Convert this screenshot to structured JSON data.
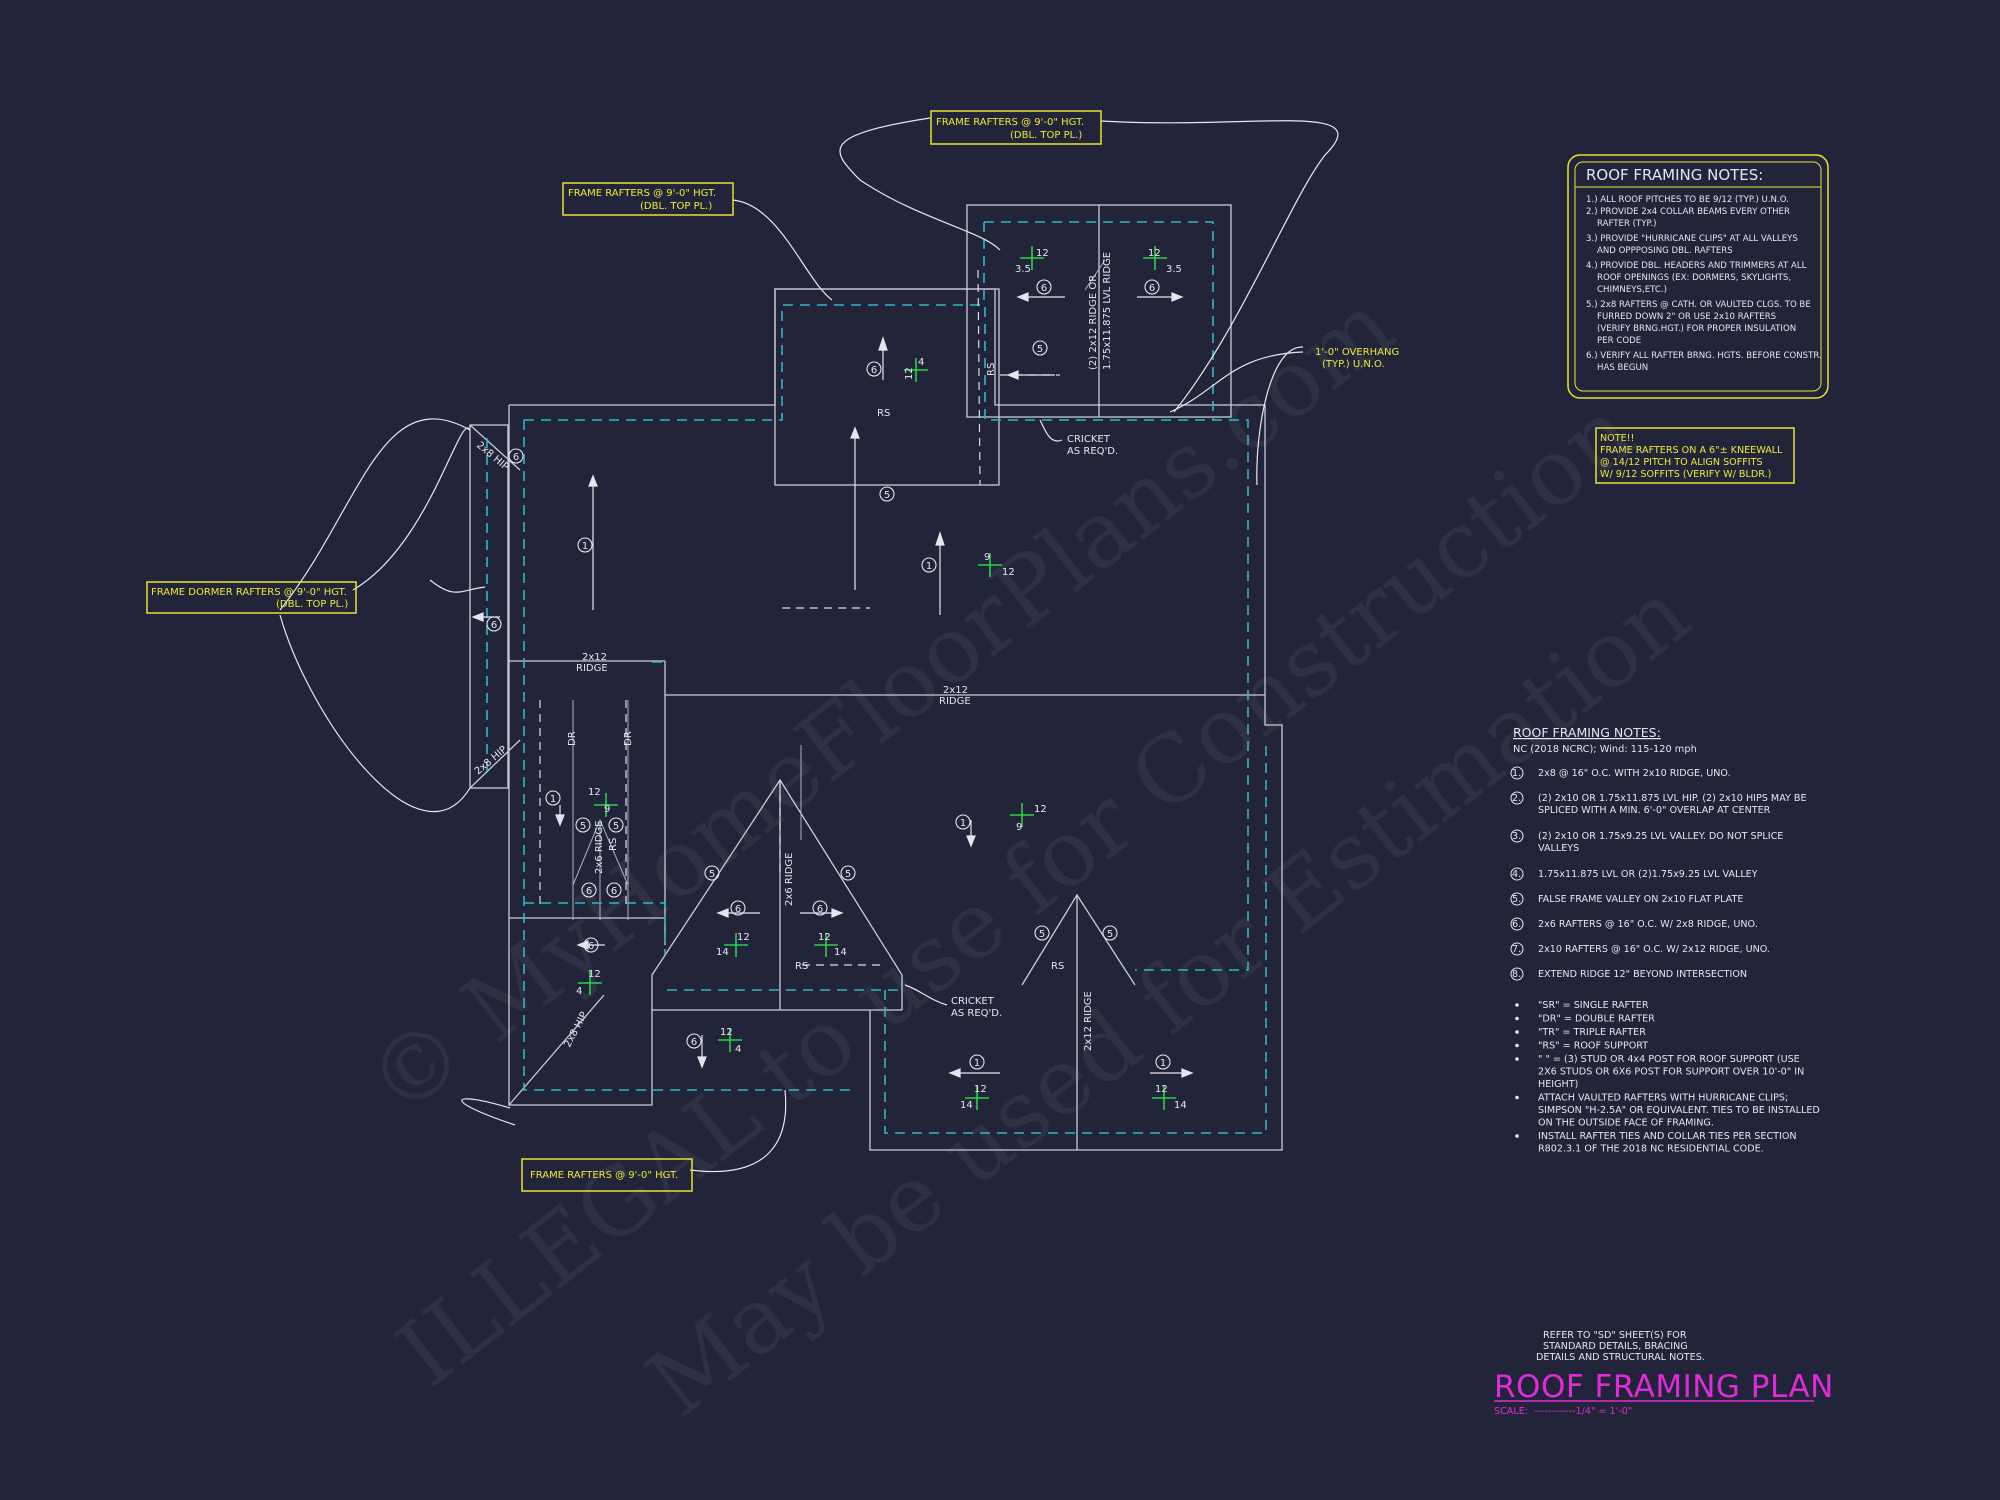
{
  "watermark": {
    "line1": "© MyHomeFloorPlans.com",
    "line2": "ILLEGAL to use for Construction",
    "line3": "May be used for Estimation"
  },
  "callouts": {
    "top_center": [
      "FRAME RAFTERS @ 9'-0\" HGT.",
      "(DBL. TOP PL.)"
    ],
    "top_left": [
      "FRAME RAFTERS @ 9'-0\" HGT.",
      "(DBL. TOP PL.)"
    ],
    "dormer": [
      "FRAME DORMER RAFTERS @ 9'-0\" HGT.",
      "(DBL. TOP PL.)"
    ],
    "bottom": "FRAME RAFTERS @ 9'-0\" HGT.",
    "overhang": [
      "1'-0\" OVERHANG",
      "(TYP.) U.N.O."
    ],
    "cricket_top": [
      "CRICKET",
      "AS REQ'D."
    ],
    "cricket_bottom": [
      "CRICKET",
      "AS REQ'D."
    ]
  },
  "plan_labels": {
    "ridge_top_vertical": "(2) 2x12 RIDGE OR",
    "ridge_top_vertical_2": "1.75x11.875 LVL RIDGE",
    "ridge_main": [
      "2x12",
      "RIDGE"
    ],
    "ridge_left": [
      "2x12",
      "RIDGE"
    ],
    "ridge_2x6": "2x6 RIDGE",
    "ridge_2x12_vertical": "2x12 RIDGE",
    "ridge_small": "2x6 RIDGE",
    "hip_2x8": "2x8 HIP",
    "rs": "RS",
    "dr": "DR",
    "pitch_12": "12",
    "pitch_35": "3.5",
    "pitch_14": "14",
    "pitch_4": "4",
    "pitch_9": "9",
    "b1": "1",
    "b5": "5",
    "b6": "6"
  },
  "notes_box": {
    "title": "ROOF FRAMING NOTES:",
    "lines": [
      "1.) ALL ROOF PITCHES TO BE 9/12 (TYP.) U.N.O.",
      "2.) PROVIDE 2x4 COLLAR BEAMS EVERY OTHER",
      "RAFTER (TYP.)",
      "3.) PROVIDE \"HURRICANE CLIPS\" AT ALL VALLEYS",
      "AND OPPPOSING DBL. RAFTERS",
      "4.) PROVIDE DBL. HEADERS AND TRIMMERS AT ALL",
      "ROOF OPENINGS (EX: DORMERS, SKYLIGHTS,",
      "CHIMNEYS,ETC.)",
      "5.) 2x8 RAFTERS @ CATH. OR VAULTED CLGS. TO BE",
      "FURRED DOWN 2\" OR USE 2x10 RAFTERS",
      "(VERIFY BRNG.HGT.) FOR PROPER INSULATION",
      "PER CODE",
      "6.) VERIFY ALL RAFTER BRNG. HGTS. BEFORE CONSTR.",
      "HAS BEGUN"
    ]
  },
  "note_kneewall": [
    "NOTE!!",
    "FRAME RAFTERS ON A 6\"± KNEEWALL",
    "@ 14/12 PITCH TO ALIGN SOFFITS",
    "W/ 9/12 SOFFITS (VERIFY W/ BLDR.)"
  ],
  "legend": {
    "title": "ROOF FRAMING NOTES:",
    "subtitle": "NC (2018 NCRC); Wind: 115-120 mph",
    "items": [
      {
        "num": "1.",
        "lines": [
          "2x8 @ 16\" O.C. WITH 2x10 RIDGE, UNO."
        ]
      },
      {
        "num": "2.",
        "lines": [
          "(2) 2x10 OR 1.75x11.875 LVL HIP. (2) 2x10 HIPS MAY BE",
          "SPLICED WITH A MIN. 6'-0\" OVERLAP AT CENTER"
        ]
      },
      {
        "num": "3.",
        "lines": [
          "(2) 2x10 OR 1.75x9.25 LVL VALLEY. DO NOT SPLICE",
          "VALLEYS"
        ]
      },
      {
        "num": "4.",
        "lines": [
          "1.75x11.875 LVL OR (2)1.75x9.25 LVL VALLEY"
        ]
      },
      {
        "num": "5.",
        "lines": [
          "FALSE FRAME VALLEY ON 2x10 FLAT PLATE"
        ]
      },
      {
        "num": "6.",
        "lines": [
          "2x6 RAFTERS @ 16\" O.C. W/ 2x8 RIDGE, UNO."
        ]
      },
      {
        "num": "7.",
        "lines": [
          "2x10 RAFTERS @ 16\" O.C. W/ 2x12 RIDGE, UNO."
        ]
      },
      {
        "num": "8.",
        "lines": [
          "EXTEND RIDGE 12\" BEYOND INTERSECTION"
        ]
      }
    ],
    "bullets": [
      [
        "\"SR\" = SINGLE RAFTER"
      ],
      [
        "\"DR\" = DOUBLE RAFTER"
      ],
      [
        "\"TR\" = TRIPLE RAFTER"
      ],
      [
        "\"RS\" = ROOF SUPPORT"
      ],
      [
        "\" \" = (3) STUD OR 4x4 POST FOR ROOF SUPPORT (USE",
        "2X6 STUDS OR 6X6 POST FOR SUPPORT OVER 10'-0\" IN",
        "HEIGHT)"
      ],
      [
        "ATTACH VAULTED RAFTERS WITH HURRICANE CLIPS;",
        "SIMPSON \"H-2.5A\" OR EQUIVALENT. TIES TO BE INSTALLED",
        "ON THE OUTSIDE FACE OF FRAMING."
      ],
      [
        "INSTALL RAFTER TIES AND COLLAR TIES PER SECTION",
        "R802.3.1 OF THE 2018 NC RESIDENTIAL CODE."
      ]
    ]
  },
  "refer_note": [
    "REFER TO \"SD\" SHEET(S) FOR",
    "STANDARD DETAILS, BRACING",
    "DETAILS AND STRUCTURAL NOTES."
  ],
  "title_block": {
    "title": "ROOF FRAMING PLAN",
    "scale_label": "SCALE:",
    "scale_value": "------------1/4\" = 1'-0\""
  },
  "colors": {
    "background": "#222539",
    "cyan_dash": "#2bb8c8",
    "yellow": "#efe83a",
    "magenta": "#e12ad8",
    "green": "#2bd14a"
  }
}
